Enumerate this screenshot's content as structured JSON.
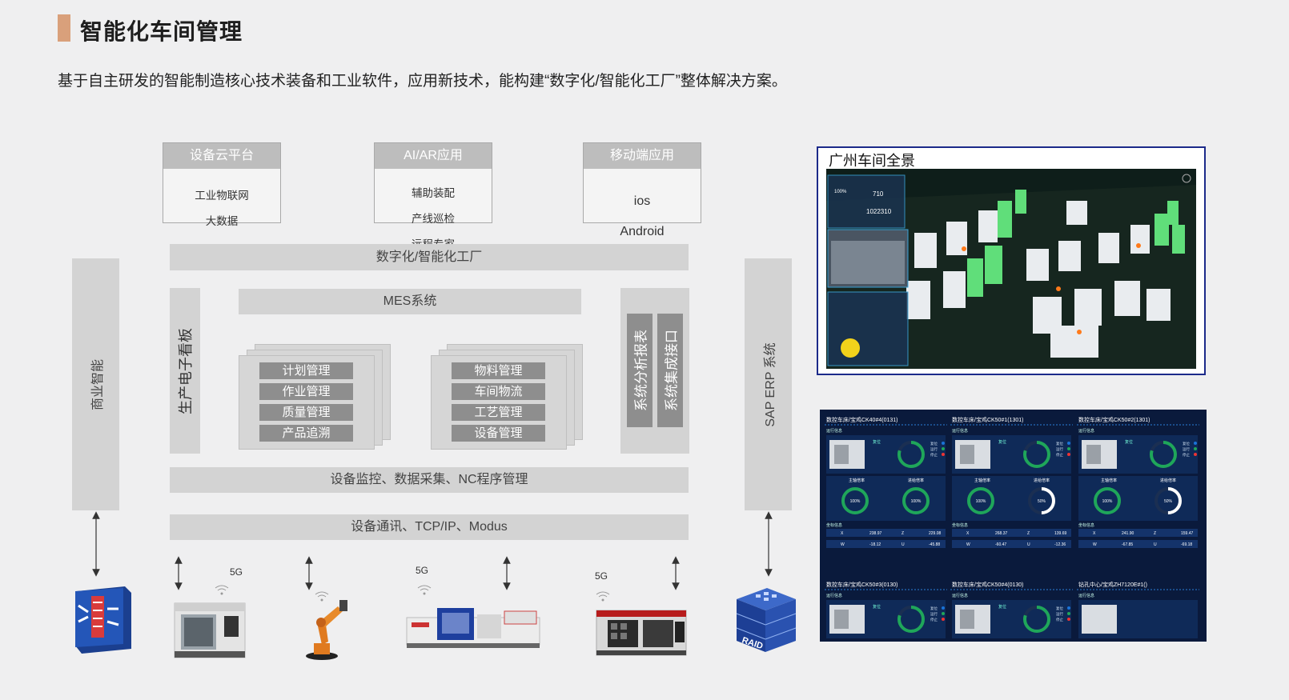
{
  "header": {
    "title": "智能化车间管理",
    "subtitle": "基于自主研发的智能制造核心技术装备和工业软件，应用新技术，能构建“数字化/智能化工厂”整体解决方案。"
  },
  "top_boxes": [
    {
      "title": "设备云平台",
      "lines": [
        "工业物联网",
        "大数据"
      ]
    },
    {
      "title": "AI/AR应用",
      "lines": [
        "辅助装配",
        "产线巡检",
        "远程专家"
      ]
    },
    {
      "title": "移动端应用",
      "lines": [
        "ios",
        "Android"
      ]
    }
  ],
  "factory_bar": "数字化/智能化工厂",
  "mes_bar": "MES系统",
  "left_vertical": "生产电子看板",
  "business_vertical": "商业智能",
  "erp_vertical": "SAP ERP 系统",
  "stack_left": [
    "计划管理",
    "作业管理",
    "质量管理",
    "产品追溯"
  ],
  "stack_right": [
    "物料管理",
    "车间物流",
    "工艺管理",
    "设备管理"
  ],
  "right_inner": [
    "系统分析报表",
    "系统集成接口"
  ],
  "monitor_bar": "设备监控、数据采集、NC程序管理",
  "comm_bar": "设备通讯、TCP/IP、Modus",
  "network_labels": [
    "5G",
    "5G",
    "5G"
  ],
  "panorama": {
    "title": "广州车间全景",
    "stats": [
      "100%",
      "710",
      "1022310"
    ]
  },
  "dashboard": {
    "top_cards": [
      {
        "title": "数控车床/宝鸡CK40#4(0131)",
        "gauges": [
          "100%",
          "100%"
        ],
        "label_a": "主轴倍率",
        "label_b": "进给倍率",
        "x": "238.97",
        "z": "229.08",
        "w": "-18.12",
        "u": "-45.88"
      },
      {
        "title": "数控车床/宝鸡CK50#1(1301)",
        "gauges": [
          "100%",
          "50%"
        ],
        "label_a": "主轴倍率",
        "label_b": "进给倍率",
        "x": "268.37",
        "z": "139.69",
        "w": "-60.47",
        "u": "-12.36"
      },
      {
        "title": "数控车床/宝鸡CK50#2(1301)",
        "gauges": [
          "100%",
          "50%"
        ],
        "label_a": "主轴倍率",
        "label_b": "进给倍率",
        "x": "241.90",
        "z": "159.47",
        "w": "-67.85",
        "u": "-69.18"
      }
    ],
    "bottom_cards": [
      {
        "title": "数控车床/宝鸡CK50#3(0130)"
      },
      {
        "title": "数控车床/宝鸡CK50#4(0130)"
      },
      {
        "title": "钻孔中心/宝鸡ZH7120E#1()"
      }
    ],
    "status_label": "运行信息",
    "coord_label": "坐标信息",
    "legend": [
      "复位",
      "运行",
      "停止"
    ]
  },
  "colors": {
    "accent": "#d9a07b",
    "bar": "#d3d3d3",
    "item": "#8e8e8e",
    "dashboard_bg": "#0a1a3c",
    "gauge_green": "#1fa65a",
    "gauge_blue": "#1a73d8"
  }
}
